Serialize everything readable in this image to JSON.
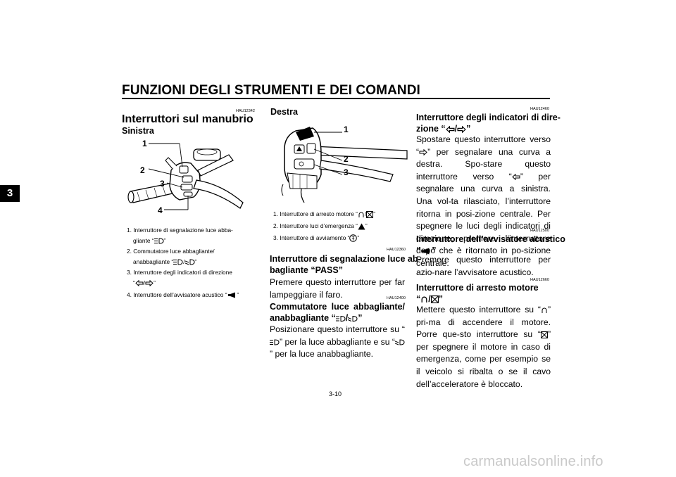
{
  "header": {
    "title": "FUNZIONI DEGLI STRUMENTI E DEI COMANDI",
    "chapter": "3"
  },
  "col1": {
    "code": "HAU12342",
    "title": "Interruttori sul manubrio",
    "subtitle": "Sinistra",
    "callouts": [
      "1",
      "2",
      "3",
      "4"
    ],
    "captions": [
      {
        "line1": "1. Interruttore di segnalazione luce abba-",
        "line2": "gliante “",
        "after": "”"
      },
      {
        "line1": "2. Commutatore luce abbagliante/",
        "line2": "anabbagliante “",
        "mid": "/",
        "after": "”"
      },
      {
        "line1": "3. Interruttore degli indicatori di direzione",
        "line2": "“",
        "mid": "/",
        "after": "”"
      },
      {
        "line1": "4. Interruttore dell’avvisatore acustico “",
        "after": "”"
      }
    ]
  },
  "col2": {
    "subtitle": "Destra",
    "callouts": [
      "1",
      "2",
      "3"
    ],
    "captions": [
      {
        "pre": "1. Interruttore di arresto motore “",
        "mid": "/",
        "after": "”"
      },
      {
        "pre": "2. Interruttore luci d’emergenza “",
        "after": "”"
      },
      {
        "pre": "3. Interruttore di avviamento “",
        "after": "”"
      }
    ],
    "sec1": {
      "code": "HAU12360",
      "title_l1": "Interruttore di segnalazione luce ab-",
      "title_l2": "bagliante “PASS”",
      "body": "Premere questo interruttore per far lampeggiare il faro."
    },
    "sec2": {
      "code": "HAU12400",
      "title_l1": "Commutatore luce abbagliante/",
      "title_l2_pre": "anabbagliante “",
      "title_l2_mid": "/",
      "title_l2_post": "”",
      "body_a": "Posizionare questo interruttore su “",
      "body_b": "” per la luce abbagliante e su “",
      "body_c": "” per la luce anabbagliante."
    }
  },
  "col3": {
    "sec1": {
      "code": "HAU12460",
      "title_l1": "Interruttore degli indicatori di dire-",
      "title_l2_pre": "zione “",
      "title_l2_mid": "/",
      "title_l2_post": "”",
      "body_a": "Spostare questo interruttore verso “",
      "body_b": "” per segnalare una curva a destra. Spo-stare questo interruttore verso “",
      "body_c": "” per segnalare una curva a sinistra. Una vol-ta rilasciato, l’interruttore ritorna in posi-zione centrale. Per spegnere le luci degli indicatori di direzione, premere l’interruttore dopo che è ritornato in po-sizione centrale."
    },
    "sec2": {
      "code": "HAU12500",
      "title_l1": "Interruttore dell’avvisatore acustico",
      "title_l2_pre": "“",
      "title_l2_post": "”",
      "body": "Premere questo interruttore per azio-nare l’avvisatore acustico."
    },
    "sec3": {
      "code": "HAU12660",
      "title_l1": "Interruttore di arresto motore",
      "title_l2_pre": "“",
      "title_l2_mid": "/",
      "title_l2_post": "”",
      "body_a": "Mettere questo interruttore su “",
      "body_b": "” pri-ma di accendere il motore. Porre que-sto interruttore su “",
      "body_c": "” per spegnere il motore in caso di emergenza, come per esempio se il veicolo si ribalta o se il cavo dell’acceleratore è bloccato."
    }
  },
  "footer": {
    "page": "3-10",
    "watermark": "carmanualsonline.info"
  },
  "icons": {
    "high_beam": "high-beam-icon",
    "low_beam": "low-beam-icon",
    "turn_left": "turn-left-arrow-icon",
    "turn_right": "turn-right-arrow-icon",
    "horn": "horn-icon",
    "engine_run": "engine-run-icon",
    "engine_stop": "engine-stop-icon",
    "hazard": "hazard-triangle-icon",
    "start": "start-icon"
  }
}
